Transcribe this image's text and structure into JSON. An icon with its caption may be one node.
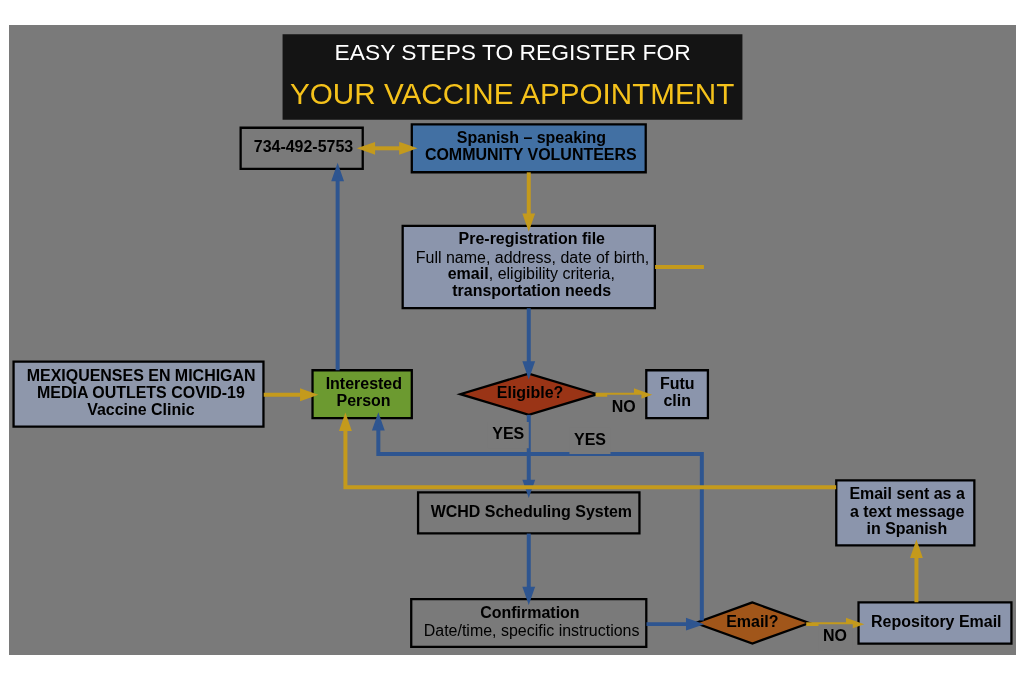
{
  "diagram": {
    "title": "EASY STEPS TO REGISTER FOR YOUR VACCINE APPOINTMENT",
    "nodes": [
      {
        "text": [
          "MEXIQUENSES EN MICHIGAN MEDIA OUTLETS COVID-19 Vaccine Clinic"
        ]
      },
      {
        "text": [
          "Interested Person"
        ]
      },
      {
        "text": [
          "734-492-5753"
        ]
      },
      {
        "text": [
          "Spanish – speaking COMMUNITY VOLUNTEERS"
        ]
      },
      {
        "text": [
          "Pre-registration file",
          "Full name, address, date of birth, **email**, eligibility criteria, **transportation needs**"
        ]
      },
      {
        "text": [
          "Eligible?"
        ]
      },
      {
        "text": [
          "Futu clin"
        ]
      },
      {
        "text": [
          "WCHD Scheduling System"
        ]
      },
      {
        "text": [
          "Confirmation",
          "Date/time, specific instructions"
        ]
      },
      {
        "text": [
          "Email?"
        ]
      },
      {
        "text": [
          "Repository Email"
        ]
      },
      {
        "text": [
          "Email sent as a a text message in Spanish"
        ]
      }
    ],
    "edges": [
      {
        "from": 0,
        "to": 1,
        "arrow": "to"
      },
      {
        "from": 1,
        "to": 2,
        "arrow": "to",
        "color": "#2e5590"
      },
      {
        "from": 2,
        "to": 3,
        "arrow": "both"
      },
      {
        "from": 3,
        "to": 4,
        "arrow": "to"
      },
      {
        "from": 4,
        "to": 5,
        "arrow": "to",
        "color": "#2e5590"
      },
      {
        "from": 5,
        "to": 6,
        "label": "NO",
        "arrow": "to"
      },
      {
        "from": 5,
        "to": 7,
        "label": "YES",
        "arrow": "to",
        "color": "#2e5590"
      },
      {
        "from": 7,
        "to": 8,
        "arrow": "to",
        "color": "#2e5590"
      },
      {
        "from": 8,
        "to": 9,
        "arrow": "to",
        "color": "#2e5590"
      },
      {
        "from": 9,
        "to": 1,
        "label": "YES",
        "arrow": "to",
        "color": "#2e5590"
      },
      {
        "from": 9,
        "to": 10,
        "label": "NO",
        "arrow": "to"
      },
      {
        "from": 10,
        "to": 11,
        "arrow": "to"
      },
      {
        "from": 11,
        "to": 1,
        "arrow": "to"
      },
      {
        "from": 4,
        "to": null,
        "arrow": "none"
      }
    ]
  }
}
